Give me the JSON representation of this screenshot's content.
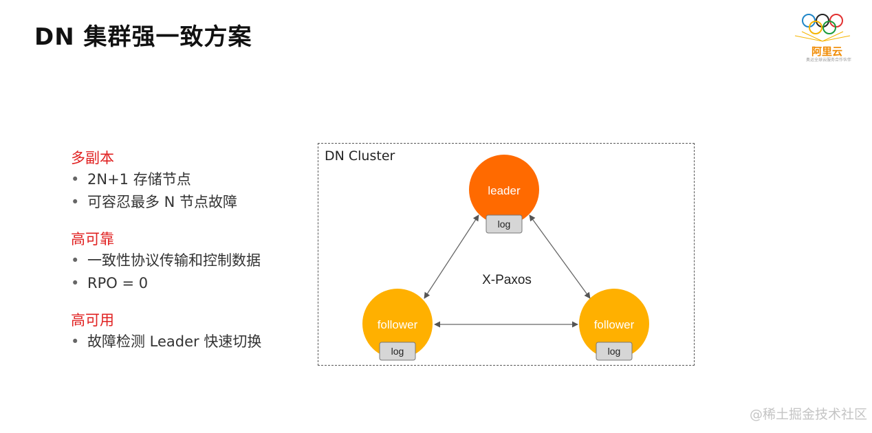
{
  "header": {
    "title": "DN 集群强一致方案"
  },
  "logo": {
    "brand": "阿里云",
    "tagline": "奥运全球云服务合作伙伴"
  },
  "sections": [
    {
      "title": "多副本",
      "bullets": [
        "2N+1 存储节点",
        "可容忍最多 N 节点故障"
      ]
    },
    {
      "title": "高可靠",
      "bullets": [
        "一致性协议传输和控制数据",
        "RPO = 0"
      ]
    },
    {
      "title": "高可用",
      "bullets": [
        "故障检测 Leader 快速切换"
      ]
    }
  ],
  "bullet_symbol": "•",
  "cluster": {
    "label": "DN Cluster",
    "protocol": "X-Paxos",
    "nodes": {
      "leader": {
        "label": "leader",
        "log": "log",
        "color": "#ff6a00"
      },
      "follower_left": {
        "label": "follower",
        "log": "log",
        "color": "#ffb000"
      },
      "follower_right": {
        "label": "follower",
        "log": "log",
        "color": "#ffb000"
      }
    }
  },
  "watermark": "@稀土掘金技术社区",
  "colors": {
    "accent_red": "#e02020",
    "log_box": "#d6d6d6",
    "arrow": "#555555"
  }
}
